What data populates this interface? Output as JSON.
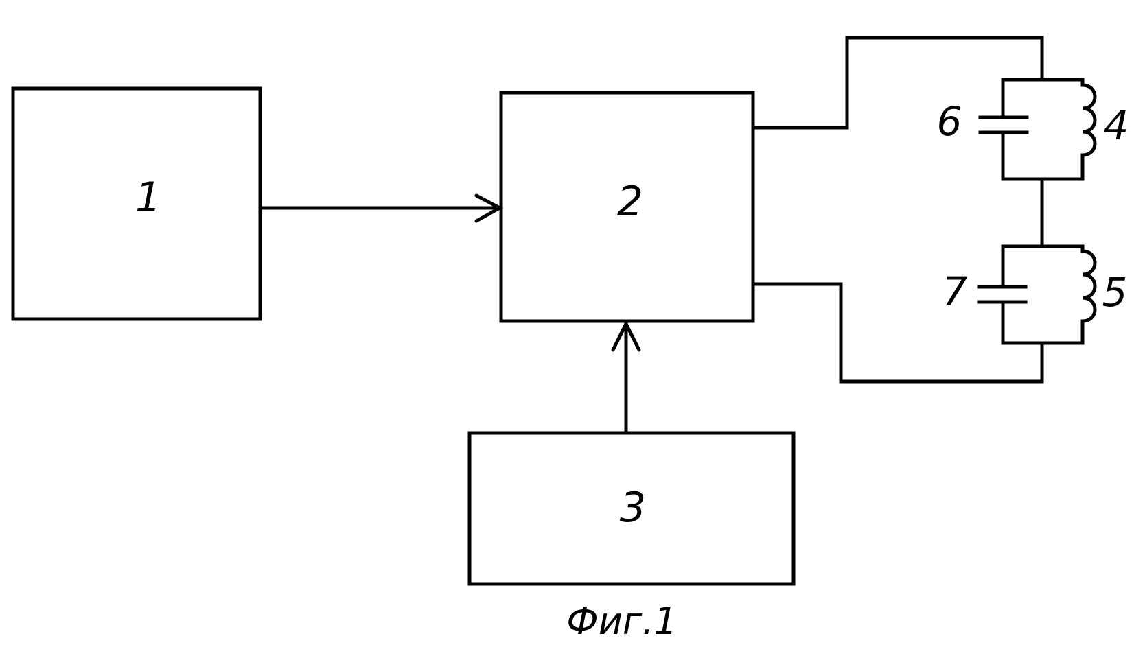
{
  "diagram": {
    "blocks": {
      "block1": "1",
      "block2": "2",
      "block3": "3"
    },
    "components": {
      "inductor_upper": "4",
      "inductor_lower": "5",
      "capacitor_upper": "6",
      "capacitor_lower": "7"
    },
    "caption": "Фиг.1"
  },
  "colors": {
    "stroke": "#000000",
    "background": "#ffffff"
  }
}
